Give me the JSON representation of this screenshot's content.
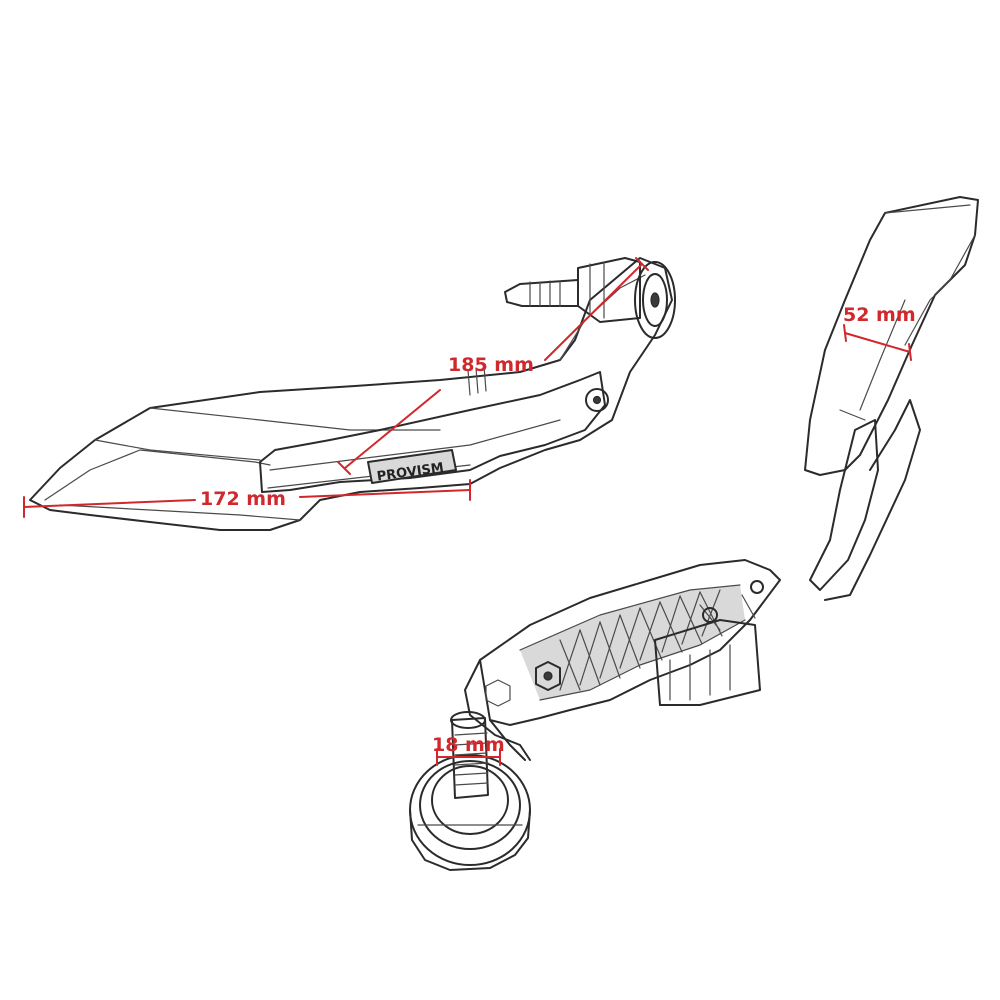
{
  "colors": {
    "dimension": "#d0282d",
    "ink": "#2b2b2b",
    "background": "#ffffff"
  },
  "dimensions": {
    "diagonal_length": "185 mm",
    "overall_length": "172 mm",
    "guard_width": "52 mm",
    "mount_diameter": "18 mm"
  },
  "branding": {
    "logo": "PROVISM"
  }
}
